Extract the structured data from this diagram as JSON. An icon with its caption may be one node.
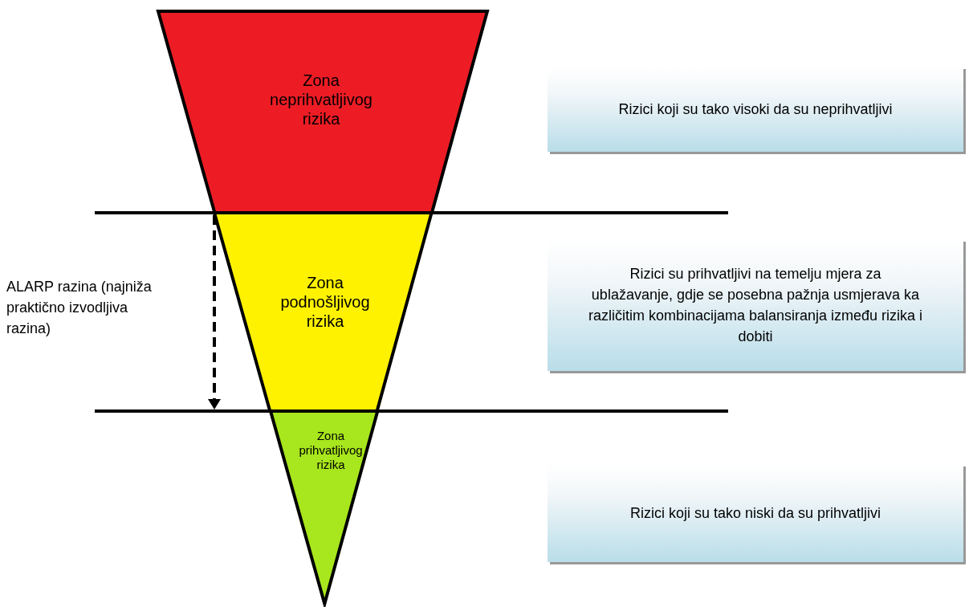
{
  "diagram": {
    "nodes": [
      {
        "text": [
          "Zona neprihvatljivog rizika"
        ]
      },
      {
        "text": [
          "Zona podnošljivog rizika"
        ]
      },
      {
        "text": [
          "Zona prihvatljivog rizika"
        ]
      },
      {
        "text": [
          "Rizici koji su tako visoki da su neprihvatljivi"
        ]
      },
      {
        "text": [
          "Rizici su prihvatljivi na temelju mjera za ublažavanje, gdje se posebna pažnja usmjerava ka različitim kombinacijama balansiranja između rizika i dobiti"
        ]
      },
      {
        "text": [
          "Rizici koji su tako niski da su prihvatljivi"
        ]
      }
    ],
    "labels": [
      "ALARP razina (najniža praktično izvodljiva razina)"
    ]
  }
}
